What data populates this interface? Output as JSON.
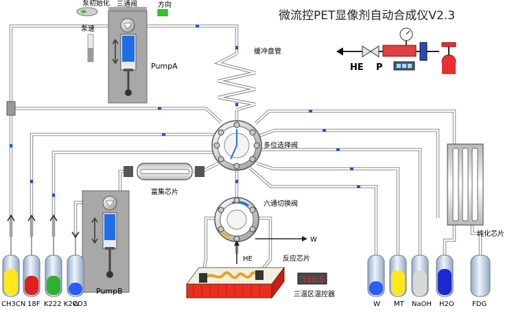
{
  "app": {
    "title": "微流控PET显像剂自动合成仪V2.3"
  },
  "controls": {
    "pump_init_label": "泵初始化",
    "speed_label": "泵速",
    "valve3_label": "三通阀",
    "direction_label": "方向"
  },
  "pumps": {
    "a": "PumpA",
    "b": "PumpB"
  },
  "components": {
    "buffer_coil": "缓冲盘管",
    "multi_valve": "多位选择阀",
    "enrich_chip": "富集芯片",
    "six_way_valve": "六通切换阀",
    "reaction_chip": "反应芯片",
    "purify_chip": "纯化芯片",
    "temp_controller": "三温区温控器",
    "temp_value": "130.5"
  },
  "gas": {
    "he": "HE",
    "p": "P"
  },
  "outlets": {
    "w": "W",
    "he": "HE"
  },
  "reagents_left": [
    {
      "label": "CH3CN",
      "color": "#ffe81a"
    },
    {
      "label": "18F",
      "color": "#e02020"
    },
    {
      "label": "K222 K2CO3",
      "color": "#30b030"
    },
    {
      "label": "W",
      "color": "#2a5cff"
    }
  ],
  "reagents_right": [
    {
      "label": "W",
      "color": "#2a5cff"
    },
    {
      "label": "MT",
      "color": "#ffe81a"
    },
    {
      "label": "NaOH",
      "color": "#d8d8d8"
    },
    {
      "label": "H2O",
      "color": "#1a2ad0"
    },
    {
      "label": "FDG",
      "color": "#d8d8d8"
    }
  ],
  "colors": {
    "tube": "#8a8a8a",
    "panel": "#a8a8a8",
    "syringe_liquid": "#1e6ee8",
    "indicator": "#2dcc2d",
    "led": "#ff2020",
    "heater_top": "#f0f0e0",
    "heater_side": "#e83020"
  }
}
